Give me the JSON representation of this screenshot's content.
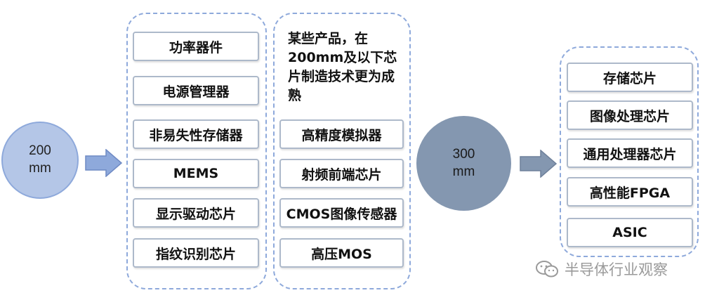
{
  "left_circle": {
    "line1": "200",
    "line2": "mm"
  },
  "right_circle": {
    "line1": "300",
    "line2": "mm"
  },
  "group_a": [
    "功率器件",
    "电源管理器",
    "非易失性存储器",
    "MEMS",
    "显示驱动芯片",
    "指纹识别芯片"
  ],
  "group_b": {
    "note": "某些产品，在200mm及以下芯片制造技术更为成熟",
    "items": [
      "高精度模拟器",
      "射频前端芯片",
      "CMOS图像传感器",
      "高压MOS"
    ]
  },
  "group_c": [
    "存储芯片",
    "图像处理芯片",
    "通用处理器芯片",
    "高性能FPGA",
    "ASIC"
  ],
  "watermark": "半导体行业观察",
  "colors": {
    "left_circle_fill": "#b4c6e7",
    "right_circle_fill": "#8497b0",
    "arrow_fill": "#8ea9db",
    "dashed_border": "#8ea9db",
    "box_border": "#adb9ca"
  }
}
